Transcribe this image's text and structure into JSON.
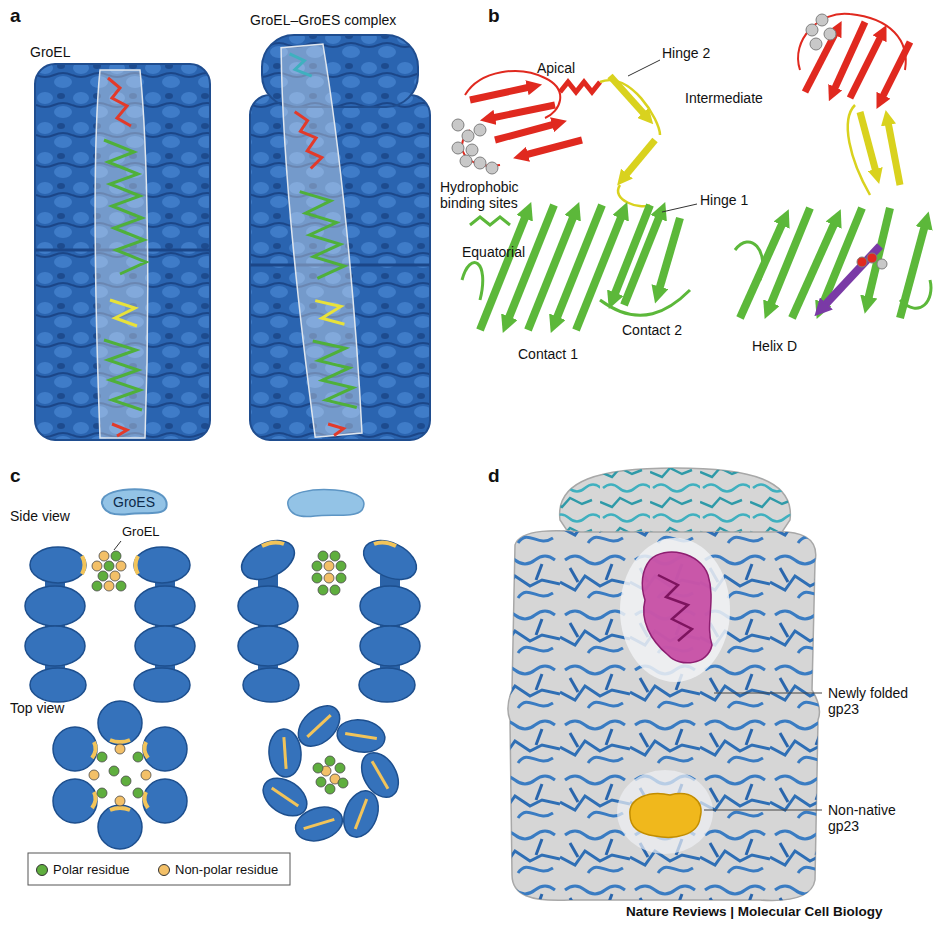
{
  "diagram": {
    "nodes": [
      {
        "text": [
          "GroES"
        ]
      }
    ],
    "labels": [
      "a",
      "GroEL",
      "GroEL–GroES complex",
      "b",
      "Apical",
      "Hinge 2",
      "Intermediate",
      "Hydrophobic binding sites",
      "Hinge 1",
      "Equatorial",
      "Contact 1",
      "Contact 2",
      "Helix D",
      "c",
      "Side view",
      "GroEL",
      "Top view",
      "d",
      "Newly folded gp23",
      "Non-native gp23",
      "Nature Reviews | Molecular Cell Biology"
    ],
    "legend": [
      {
        "text": "Polar residue",
        "color": "#5fae3e"
      },
      {
        "text": "Non-polar residue",
        "color": "#f3c068"
      }
    ]
  }
}
